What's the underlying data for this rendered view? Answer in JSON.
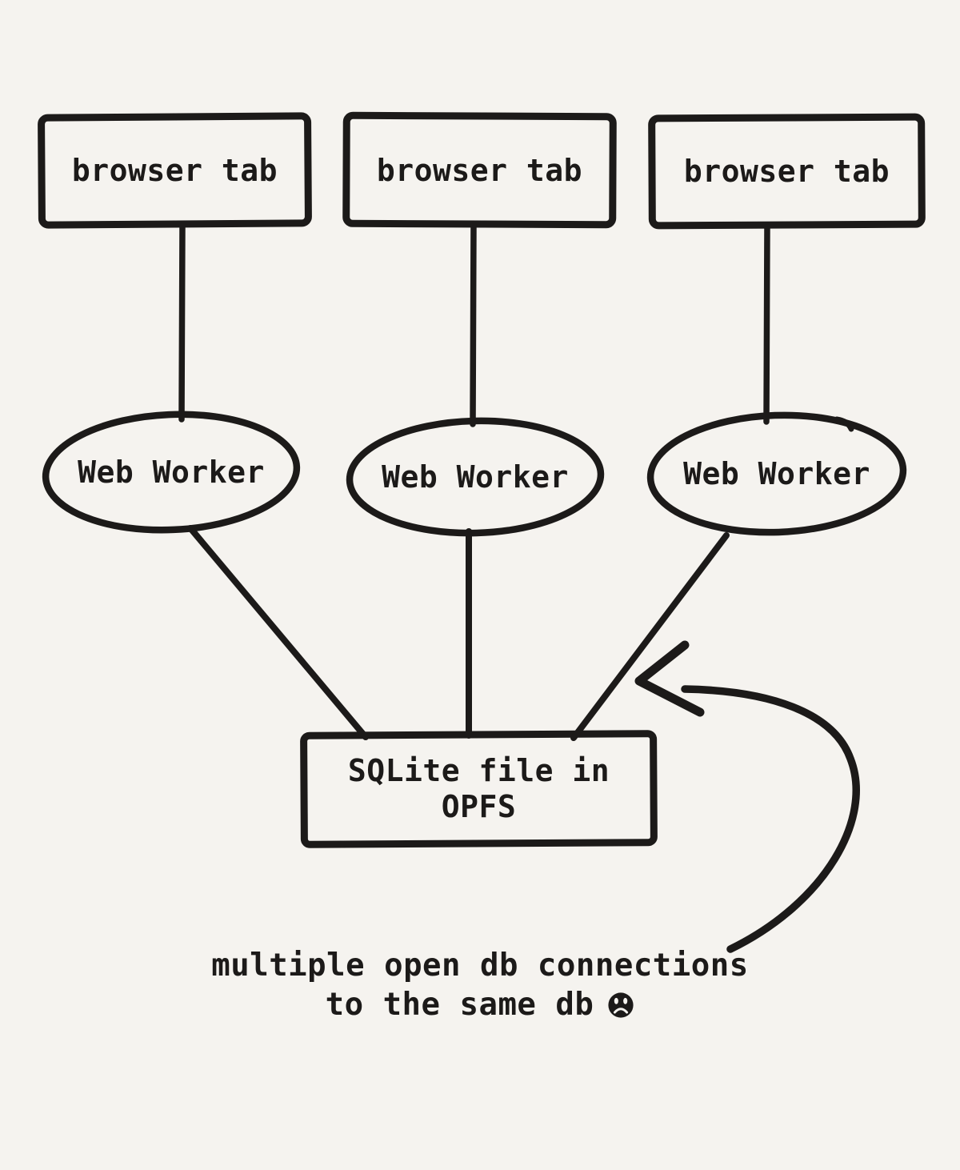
{
  "canvas": {
    "background_color": "#f5f3ef",
    "ink_color": "#1c1a19"
  },
  "nodes": {
    "tabs": [
      {
        "label": "browser tab"
      },
      {
        "label": "browser tab"
      },
      {
        "label": "browser tab"
      }
    ],
    "workers": [
      {
        "label": "Web Worker"
      },
      {
        "label": "Web Worker"
      },
      {
        "label": "Web Worker"
      }
    ],
    "database": {
      "line1": "SQLite file in",
      "line2": "OPFS"
    }
  },
  "caption": {
    "line1": "multiple open db connections",
    "line2": "to the same db",
    "emoji": "sad-face"
  }
}
